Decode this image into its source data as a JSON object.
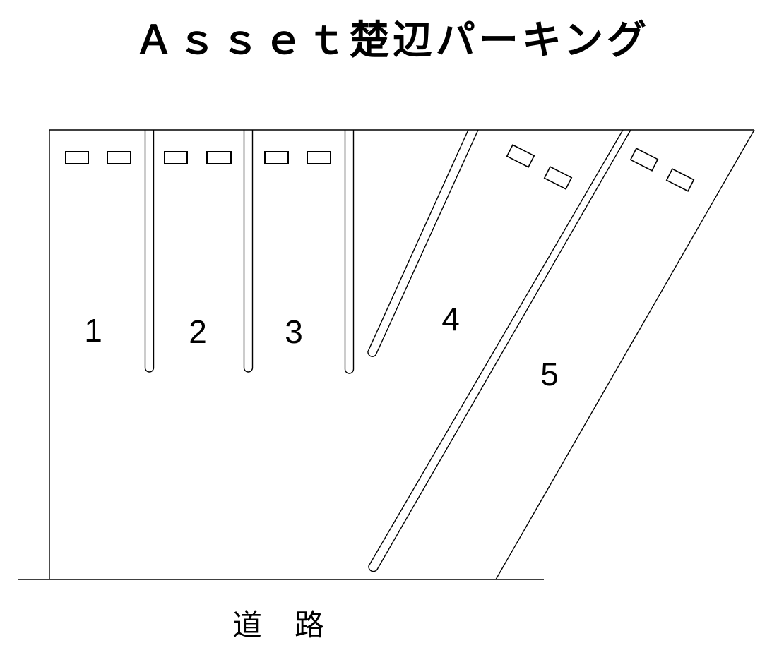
{
  "title": "Ａｓｓｅｔ楚辺パーキング",
  "road_label": "道　路",
  "diagram": {
    "type": "parking-layout",
    "stall_count": 5,
    "wheel_stops_per_stall": 2
  },
  "spaces": [
    {
      "number": "1"
    },
    {
      "number": "2"
    },
    {
      "number": "3"
    },
    {
      "number": "4"
    },
    {
      "number": "5"
    }
  ],
  "colors": {
    "line": "#000000",
    "background": "#ffffff",
    "text": "#000000"
  }
}
